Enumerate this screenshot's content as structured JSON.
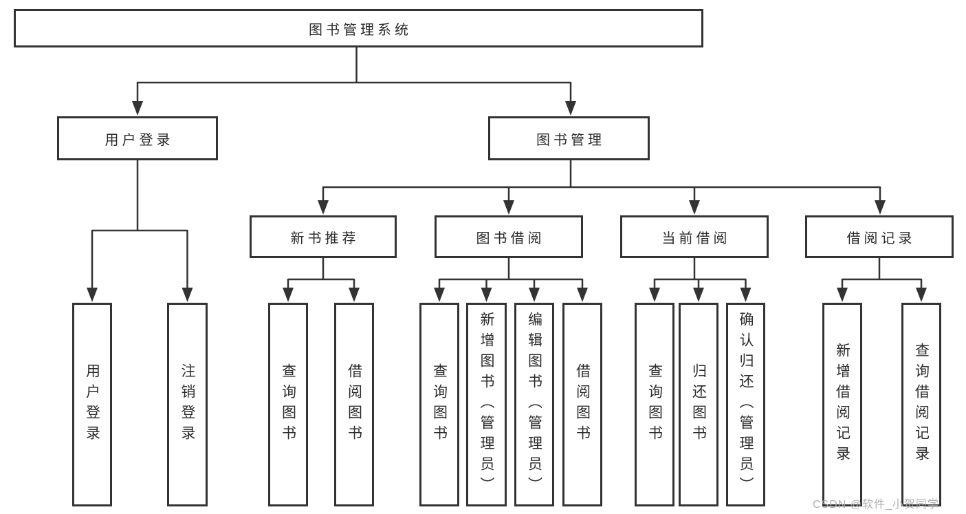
{
  "diagram": {
    "type": "hierarchy-tree",
    "levels": 4
  },
  "nodes": {
    "root": "图书管理系统",
    "user_login": "用户登录",
    "book_management": "图书管理",
    "new_book_recommend": "新书推荐",
    "book_borrowing": "图书借阅",
    "current_borrowing": "当前借阅",
    "borrowing_records": "借阅记录",
    "leaf_user_login": "用户登录",
    "leaf_logout": "注销登录",
    "leaf_query_books_rec": "查询图书",
    "leaf_borrow_books_rec": "借阅图书",
    "leaf_query_books_borrow": "查询图书",
    "leaf_add_books_admin": "新增图书（管理员）",
    "leaf_edit_books_admin": "编辑图书（管理员）",
    "leaf_borrow_books_borrow": "借阅图书",
    "leaf_query_books_current": "查询图书",
    "leaf_return_books": "归还图书",
    "leaf_confirm_return_admin": "确认归还（管理员）",
    "leaf_add_borrow_record": "新增借阅记录",
    "leaf_query_borrow_record": "查询借阅记录"
  },
  "watermark": "CSDN @软件_小贺同学",
  "colors": {
    "line": "#333333",
    "box_border": "#333333",
    "text": "#2b2b2b",
    "watermark": "#a8a8aa",
    "background": "#ffffff"
  }
}
